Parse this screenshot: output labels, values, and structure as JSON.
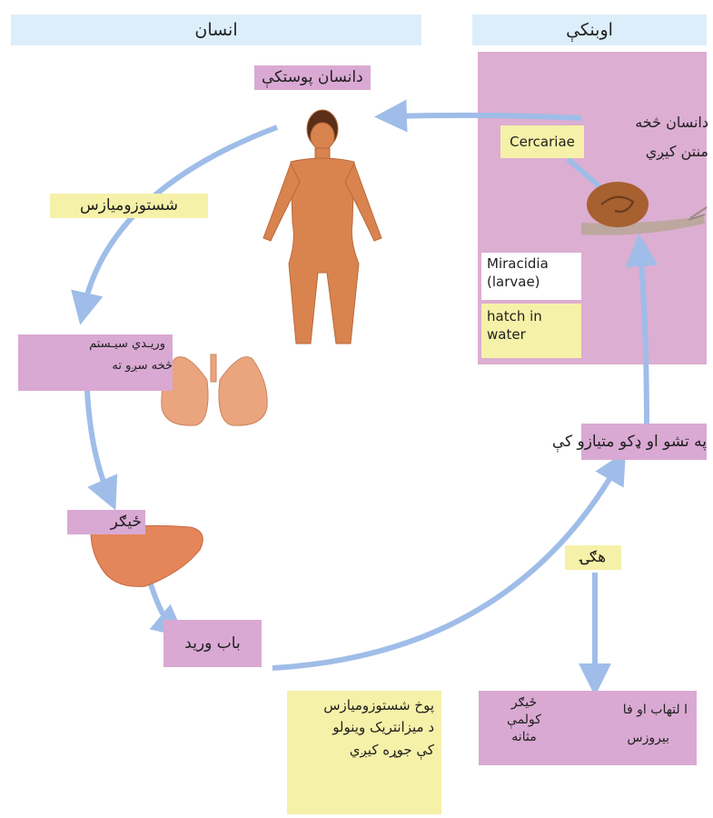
{
  "headers": {
    "human": "انسان",
    "snail": "اوبنکې"
  },
  "labels": {
    "human_skin": "دانسان پوستکې",
    "schistosomiasis": "شستوزومیازس",
    "venous_system_line1": "وریـدي سیـستم",
    "venous_system_line2": "څخه سږو ته",
    "liver": "ځیګر",
    "portal_vein": "باب ورید",
    "mature_line1": "پوخ  شستوزومیازس",
    "mature_line2": "د  میزانتریک  وینولو",
    "mature_line3": "کې جوړه کیږي",
    "eggs": "هګۍ",
    "hatch_in_water_ps": "په تشو او ډکو متیازو کې",
    "human_entry_line1": "دانسان څخه",
    "human_entry_line2": "منتن کیږي",
    "cercariae": "Cercariae",
    "miracidia_line1": "Miracidia",
    "miracidia_line2": "(larvae)",
    "hatch_line1": "hatch in",
    "hatch_line2": "water",
    "inflammation_line1": "ا لتهاب  او فا",
    "inflammation_line2": "بیروزس",
    "organs_line1": "ځیګر",
    "organs_line2": "کولمې",
    "organs_line3": "مثانه"
  },
  "colors": {
    "arrow": "#9fbde8",
    "pink": "#d9a9d3",
    "yellow": "#f6f1a8",
    "header": "#dceefa"
  }
}
